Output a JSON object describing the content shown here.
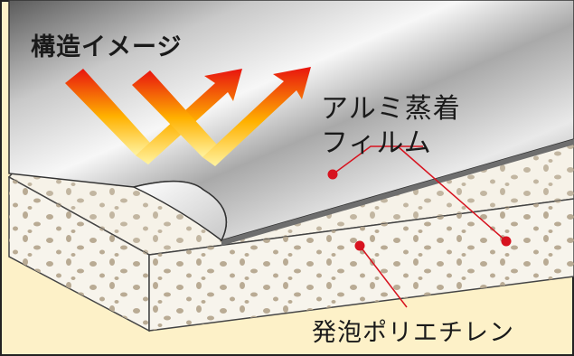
{
  "title": "構造イメージ",
  "labels": {
    "film_line1": "アルミ蒸着",
    "film_line2": "フィルム",
    "foam": "発泡ポリエチレン"
  },
  "colors": {
    "background": "#fdf1c8",
    "frame": "#222222",
    "foam_face": "#f7f4ec",
    "speckle": "#b9ab94",
    "leader_line": "#d7131f",
    "marker": "#d7131f"
  },
  "icons": [
    "heat-reflection-arrow-icon",
    "heat-reflection-arrow-icon"
  ]
}
